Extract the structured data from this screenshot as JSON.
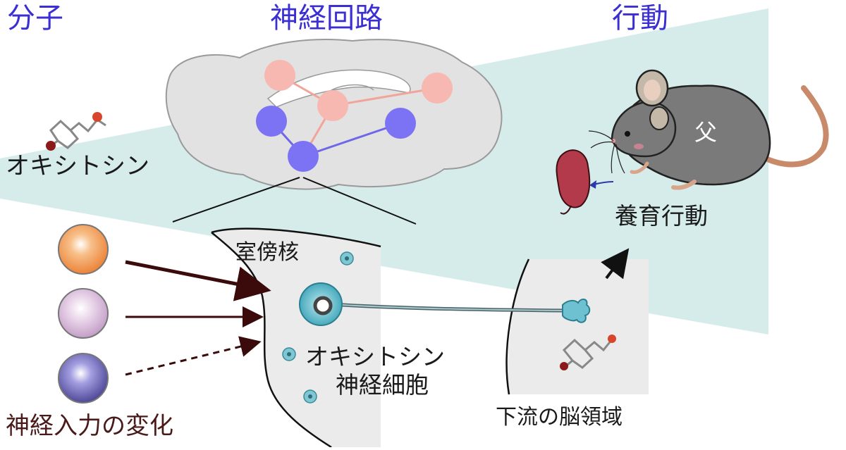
{
  "headers": {
    "molecule": "分子",
    "circuit": "神経回路",
    "behavior": "行動"
  },
  "labels": {
    "oxytocin": "オキシトシン",
    "pvn": "室傍核",
    "neuron_line1": "オキシトシン",
    "neuron_line2": "神経細胞",
    "input_change": "神経入力の変化",
    "downstream": "下流の脳領域",
    "nurture": "養育行動",
    "father": "父"
  },
  "colors": {
    "heading": "#3b2fd4",
    "wedge": "#d6ecea",
    "brain": "#e2e2e2",
    "node_pink": "#f6b8b0",
    "node_blue": "#7b73f3",
    "mouse": "#7a7a7a",
    "arrow": "#3b0a0a",
    "neuron": "#55b3c4",
    "input_orange": "#f29a52",
    "input_lilac": "#d6b8d6",
    "input_purple": "#6b63b3"
  }
}
